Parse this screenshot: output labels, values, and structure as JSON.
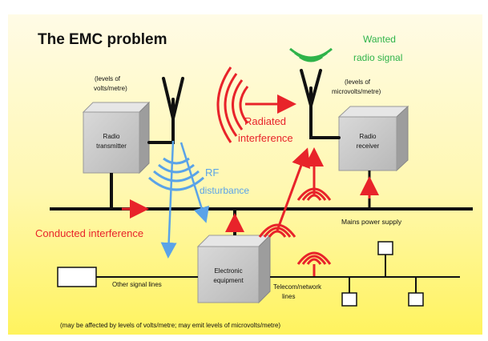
{
  "title": "The EMC problem",
  "colors": {
    "red": "#e8232a",
    "blue": "#5aa3e8",
    "green": "#2fb34a",
    "box": "#c9c9c9",
    "line": "#111111",
    "gradient_top": "#fffbe3",
    "gradient_bottom": "#fff36b"
  },
  "transmitter": {
    "label_line1": "Radio",
    "label_line2": "transmitter",
    "note_line1": "(levels of",
    "note_line2": "volts/metre)"
  },
  "receiver": {
    "label_line1": "Radio",
    "label_line2": "receiver",
    "note_line1": "(levels of",
    "note_line2": "microvolts/metre)"
  },
  "wanted_signal": {
    "line1": "Wanted",
    "line2": "radio signal"
  },
  "radiated_interference": {
    "line1": "Radiated",
    "line2": "interference"
  },
  "rf_disturbance": {
    "line1": "RF",
    "line2": "disturbance"
  },
  "mains_power_supply": "Mains power supply",
  "conducted_interference": "Conducted interference",
  "electronic_equipment": {
    "line1": "Electronic",
    "line2": "equipment"
  },
  "other_signal_lines": "Other signal lines",
  "telecom_lines": {
    "line1": "Telecom/network",
    "line2": "lines"
  },
  "footnote": "(may be affected by levels of volts/metre; may emit levels of microvolts/metre)",
  "icons": [
    "antenna-icon",
    "antenna-icon",
    "wave-icon",
    "arrow-icon",
    "terminal-box-icon"
  ]
}
